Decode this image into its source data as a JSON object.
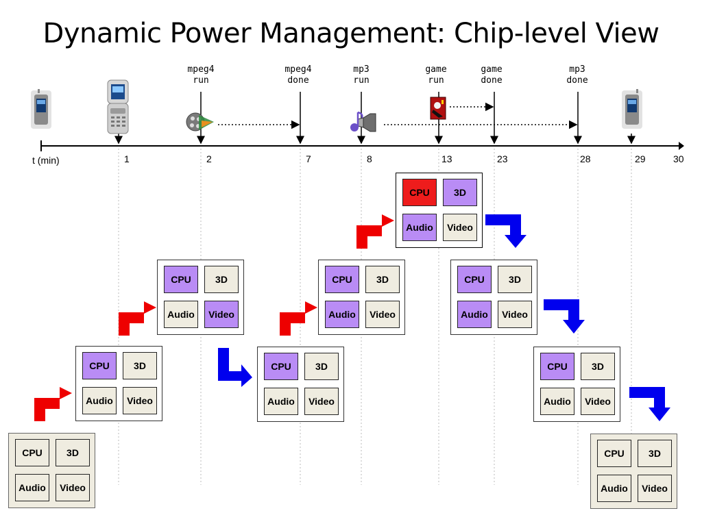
{
  "title": "Dynamic Power Management: Chip-level View",
  "colors": {
    "active": "#b98cf5",
    "hot": "#ee1c1c",
    "idle": "#efece0",
    "up_arrow": "#ee0000",
    "down_arrow": "#0000ee"
  },
  "events": [
    {
      "line1": "mpeg4",
      "line2": "run"
    },
    {
      "line1": "mpeg4",
      "line2": "done"
    },
    {
      "line1": "mp3",
      "line2": "run"
    },
    {
      "line1": "game",
      "line2": "run"
    },
    {
      "line1": "game",
      "line2": "done"
    },
    {
      "line1": "mp3",
      "line2": "done"
    }
  ],
  "timeline": {
    "label": "t (min)",
    "ticks": [
      "1",
      "2",
      "7",
      "8",
      "13",
      "23",
      "28",
      "29",
      "30"
    ]
  },
  "icons": [
    "phone-closed-icon",
    "phone-open-icon",
    "video-media-icon",
    "audio-media-icon",
    "game-icon",
    "phone-closed-icon"
  ],
  "chip_units": [
    "CPU",
    "3D",
    "Audio",
    "Video"
  ],
  "chip_states": [
    {
      "CPU": "idle",
      "3D": "idle",
      "Audio": "idle",
      "Video": "idle"
    },
    {
      "CPU": "on",
      "3D": "idle",
      "Audio": "idle",
      "Video": "idle"
    },
    {
      "CPU": "on",
      "3D": "idle",
      "Audio": "idle",
      "Video": "on"
    },
    {
      "CPU": "on",
      "3D": "idle",
      "Audio": "idle",
      "Video": "idle"
    },
    {
      "CPU": "on",
      "3D": "idle",
      "Audio": "on",
      "Video": "idle"
    },
    {
      "CPU": "hot",
      "3D": "on",
      "Audio": "on",
      "Video": "idle"
    },
    {
      "CPU": "on",
      "3D": "idle",
      "Audio": "on",
      "Video": "idle"
    },
    {
      "CPU": "on",
      "3D": "idle",
      "Audio": "idle",
      "Video": "idle"
    },
    {
      "CPU": "idle",
      "3D": "idle",
      "Audio": "idle",
      "Video": "idle"
    }
  ]
}
